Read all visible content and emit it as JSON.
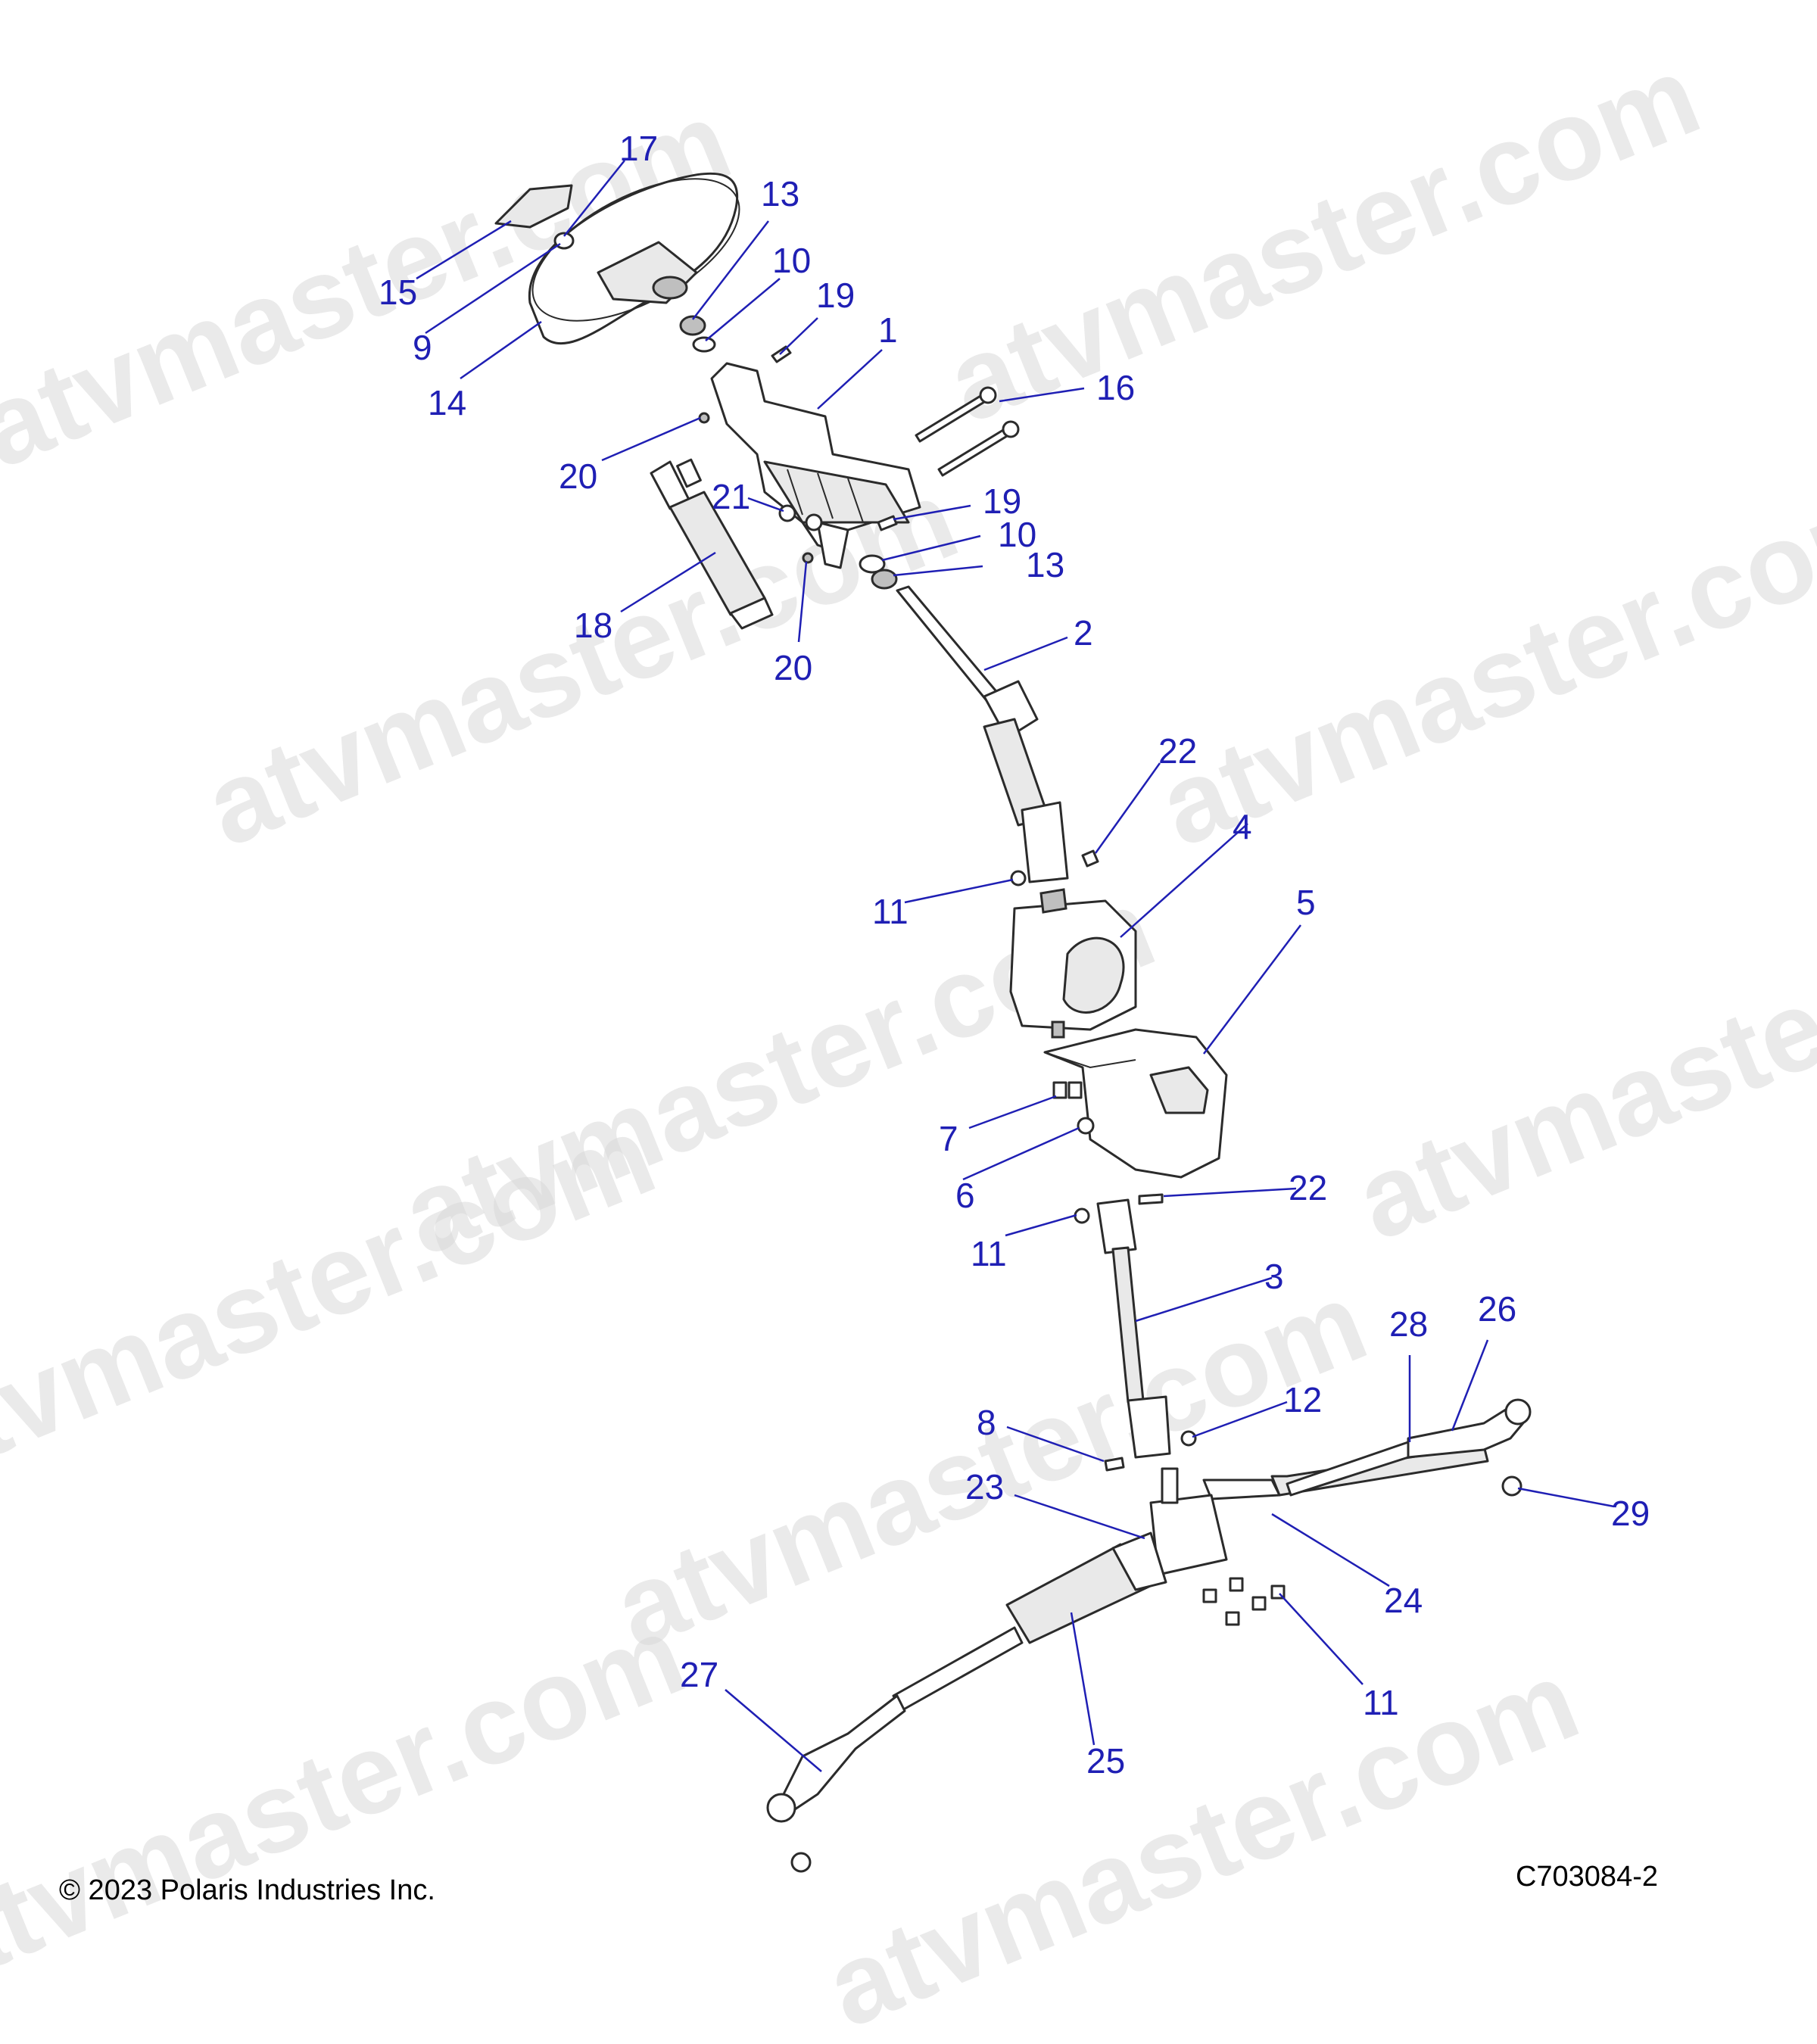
{
  "callouts": [
    {
      "label": "17"
    },
    {
      "label": "13"
    },
    {
      "label": "10"
    },
    {
      "label": "19"
    },
    {
      "label": "1"
    },
    {
      "label": "15"
    },
    {
      "label": "9"
    },
    {
      "label": "14"
    },
    {
      "label": "16"
    },
    {
      "label": "20"
    },
    {
      "label": "21"
    },
    {
      "label": "19"
    },
    {
      "label": "10"
    },
    {
      "label": "13"
    },
    {
      "label": "18"
    },
    {
      "label": "20"
    },
    {
      "label": "2"
    },
    {
      "label": "22"
    },
    {
      "label": "4"
    },
    {
      "label": "11"
    },
    {
      "label": "5"
    },
    {
      "label": "7"
    },
    {
      "label": "6"
    },
    {
      "label": "22"
    },
    {
      "label": "11"
    },
    {
      "label": "3"
    },
    {
      "label": "28"
    },
    {
      "label": "26"
    },
    {
      "label": "12"
    },
    {
      "label": "8"
    },
    {
      "label": "23"
    },
    {
      "label": "29"
    },
    {
      "label": "24"
    },
    {
      "label": "27"
    },
    {
      "label": "11"
    },
    {
      "label": "25"
    }
  ],
  "watermark": "atvmaster.com",
  "copyright": "© 2023 Polaris Industries Inc.",
  "figure_id": "C703084-2",
  "colors": {
    "callout": "#1f1fb4",
    "watermark": "#d9d9d9",
    "line": "#2b2b2b"
  }
}
